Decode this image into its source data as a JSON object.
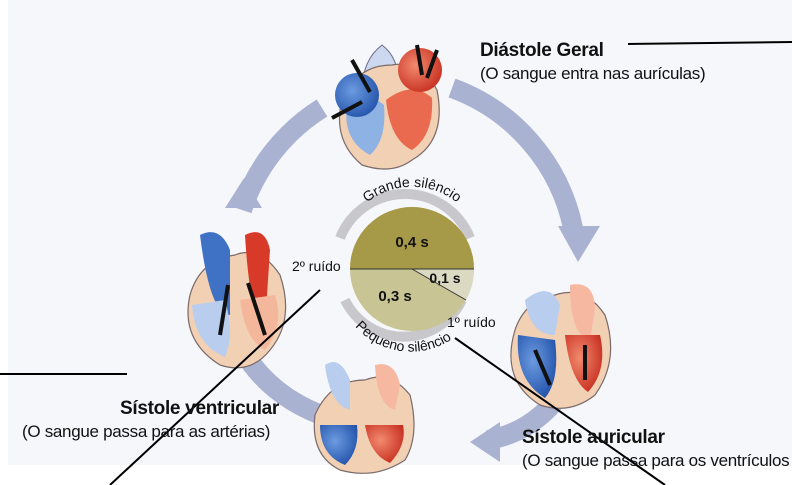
{
  "phases": {
    "diastole": {
      "title": "Diástole Geral",
      "subtitle": "(O sangue entra nas aurículas)"
    },
    "ventricular": {
      "title": "Sístole ventricular",
      "subtitle": "(O sangue passa para as artérias)"
    },
    "atrial": {
      "title": "Sístole auricular",
      "subtitle": "(O sangue passa para os ventrículos"
    }
  },
  "clock": {
    "top_arc_label": "Grande silêncio",
    "bottom_arc_label": "Pequeno silêncio",
    "sectors": [
      {
        "value": "0,4 s",
        "color": "#a69948"
      },
      {
        "value": "0,1 s",
        "color": "#dcd9c3"
      },
      {
        "value": "0,3 s",
        "color": "#c9c493"
      }
    ],
    "noise_second": "2º ruído",
    "noise_first": "1º ruído"
  },
  "colors": {
    "cycle_arrow": "#aab2d2",
    "oxygen_poor": "#2f62b5",
    "oxygen_rich": "#d83a2a"
  }
}
